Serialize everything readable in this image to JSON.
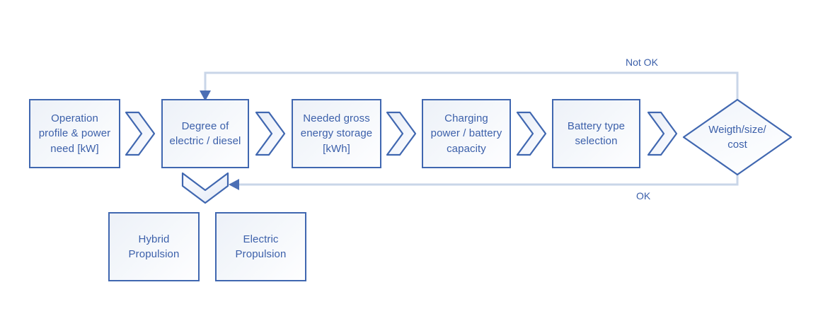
{
  "diagram": {
    "title": "Battery electric / hybrid propulsion sizing flowchart",
    "colors": {
      "box_border": "#4067B0",
      "box_text": "#3C60AA",
      "connector_line": "#C9D6E8",
      "arrow_head": "#4067B0",
      "chevron_border": "#4067B0",
      "background": "#FFFFFF"
    },
    "process_steps": [
      {
        "id": "operation-profile",
        "label": "Operation\nprofile & power\nneed [kW]"
      },
      {
        "id": "degree-electric-diesel",
        "label": "Degree of\nelectric / diesel"
      },
      {
        "id": "needed-gross-energy-storage",
        "label": "Needed gross\nenergy storage\n[kWh]"
      },
      {
        "id": "charging-power-battery-capacity",
        "label": "Charging\npower / battery\ncapacity"
      },
      {
        "id": "battery-type-selection",
        "label": "Battery type\nselection"
      }
    ],
    "decision": {
      "id": "weight-size-cost",
      "label": "Weigth/size/\ncost"
    },
    "outcomes": [
      {
        "id": "hybrid-propulsion",
        "label": "Hybrid\nPropulsion"
      },
      {
        "id": "electric-propulsion",
        "label": "Electric\nPropulsion"
      }
    ],
    "edge_labels": [
      {
        "id": "not-ok",
        "label": "Not OK"
      },
      {
        "id": "ok",
        "label": "OK"
      }
    ],
    "connectors": [
      {
        "id": "chevron-1",
        "type": "chevron-right"
      },
      {
        "id": "chevron-2",
        "type": "chevron-right"
      },
      {
        "id": "chevron-3",
        "type": "chevron-right"
      },
      {
        "id": "chevron-4",
        "type": "chevron-right"
      },
      {
        "id": "chevron-5",
        "type": "chevron-right"
      },
      {
        "id": "chevron-down",
        "type": "chevron-down"
      },
      {
        "id": "feedback-not-ok",
        "type": "polyline-arrow"
      },
      {
        "id": "feedback-ok",
        "type": "polyline-arrow"
      }
    ]
  }
}
